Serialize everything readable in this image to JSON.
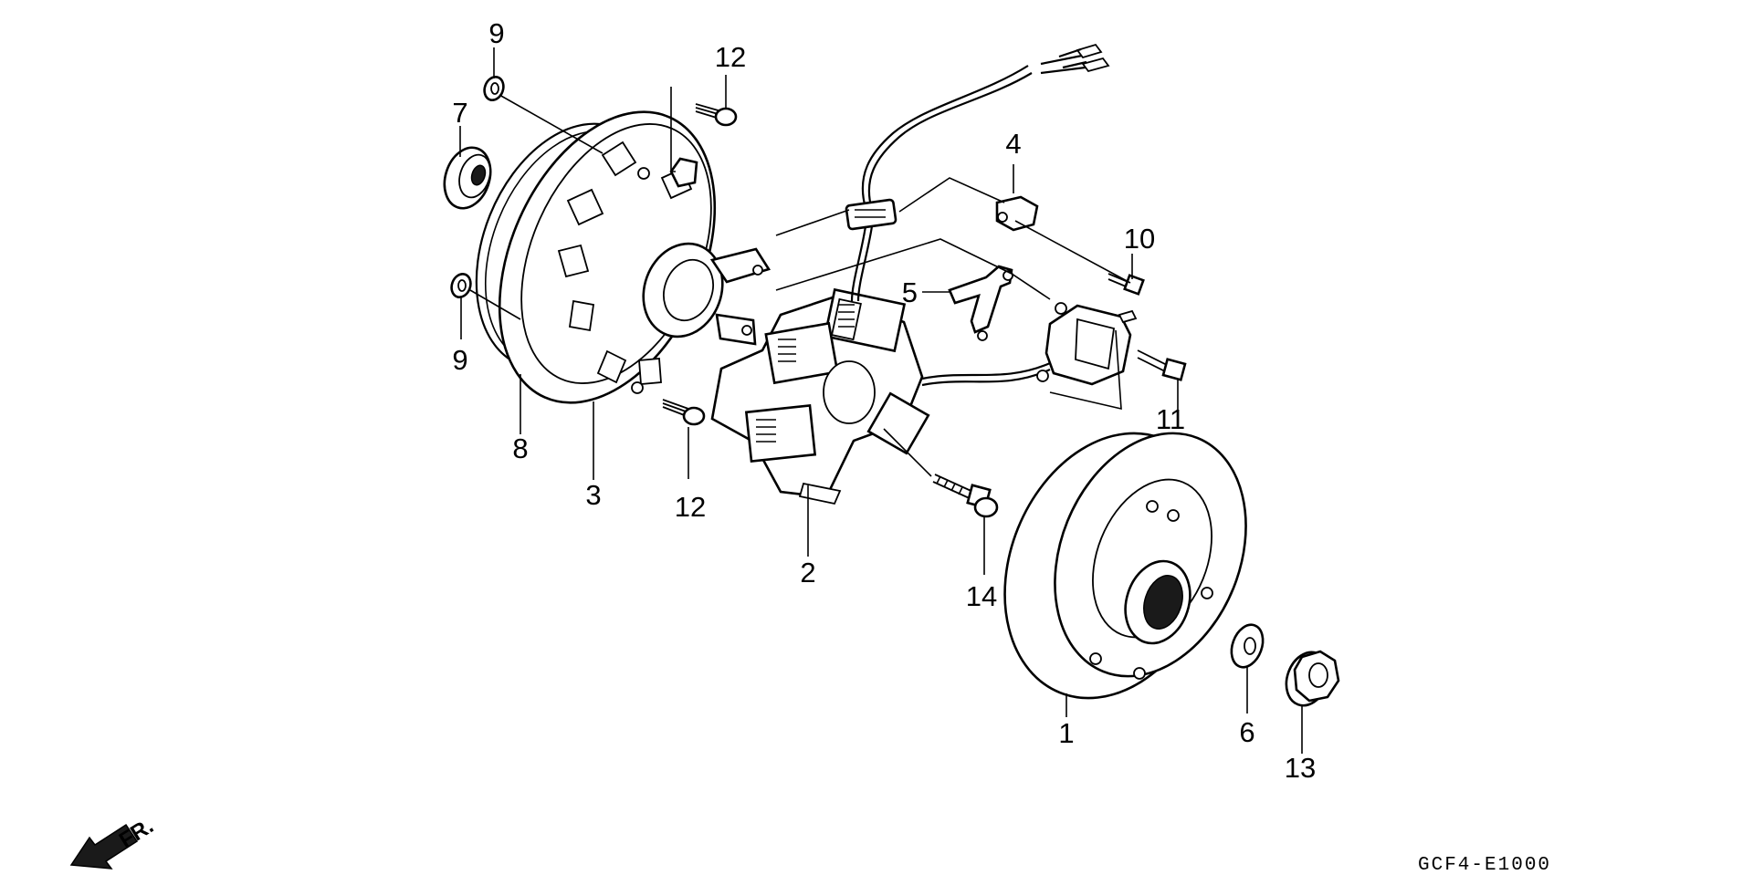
{
  "callouts": {
    "c1": "1",
    "c2": "2",
    "c3": "3",
    "c4": "4",
    "c5": "5",
    "c6": "6",
    "c7": "7",
    "c8": "8",
    "c9a": "9",
    "c9b": "9",
    "c10": "10",
    "c11": "11",
    "c12a": "12",
    "c12b": "12",
    "c13": "13",
    "c14": "14"
  },
  "direction_label": "FR.",
  "diagram_code": "GCF4-E1000"
}
